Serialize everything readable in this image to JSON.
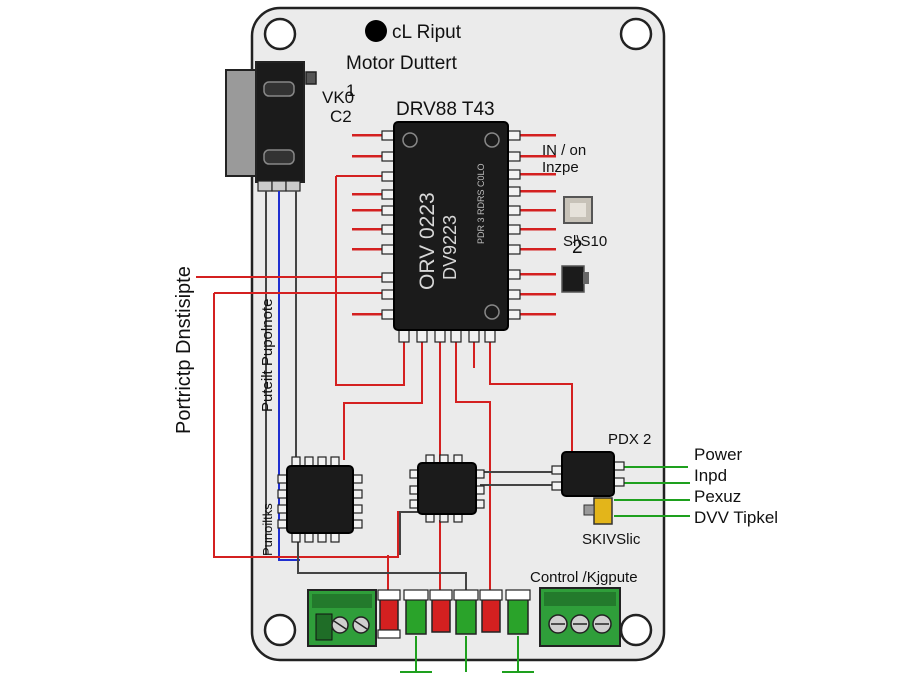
{
  "board": {
    "top_label": "cL Riput",
    "title": "Motor Duttert",
    "connector_label_1": "VK0",
    "connector_label_1b": "1",
    "connector_label_2": "C2"
  },
  "main_ic": {
    "header_label": "DRV88 T43",
    "marking_1": "ORV 0223",
    "marking_2": "DV9223",
    "marking_logo": "PDR 3 RDRS C0LO"
  },
  "right_labels": {
    "pin_label_1": "IN / on",
    "pin_label_2": "Inzpe",
    "comp_label": "Sl\\S10",
    "comp_label_num": "2"
  },
  "left_labels": {
    "outer_vertical": "Portrictp Dnstisipte",
    "inner_vertical": "Puteilt Pupolnote",
    "lower_vertical": "Punoiltks"
  },
  "driver_ic": {
    "label": "PDX 2",
    "sub_label": "SKIVSlic"
  },
  "outputs": [
    "Power",
    "Inpd",
    "Pexuz",
    "DVV Tipkel"
  ],
  "terminal_right_label": "Control /Kjgpute",
  "colors": {
    "board": "#ebebeb",
    "wire_red": "#d42020",
    "wire_blue": "#1f2fd0",
    "wire_green": "#1ea01e",
    "chip": "#1b1b1b",
    "terminal_green": "#2f9e3a",
    "capacitor": "#e3b51a"
  }
}
